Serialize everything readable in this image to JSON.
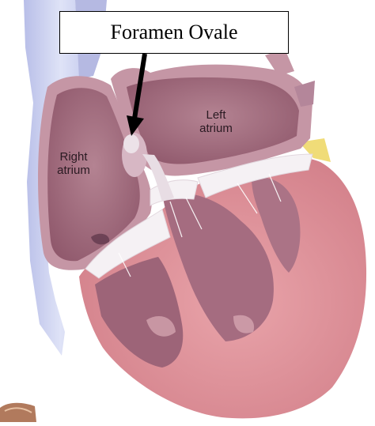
{
  "callout": {
    "text": "Foramen Ovale"
  },
  "labels": {
    "right_atrium": [
      "Right",
      "atrium"
    ],
    "left_atrium": [
      "Left",
      "atrium"
    ]
  },
  "colors": {
    "myocardium": "#dc8f97",
    "atrium_wall": "#b9808f",
    "atrium_cavity": "#9e6377",
    "vein": "#c8cdef",
    "valve": "#f4f1f4",
    "fat": "#f2df7a"
  }
}
